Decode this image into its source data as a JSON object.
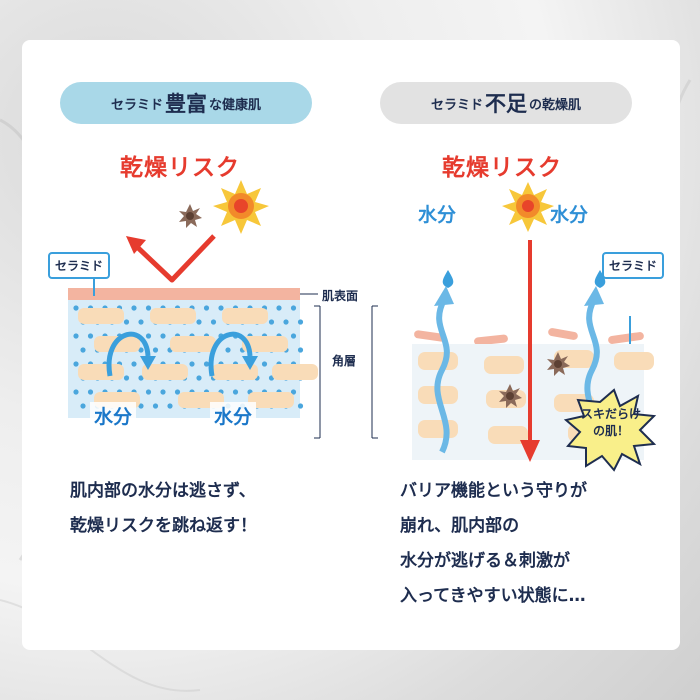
{
  "left": {
    "pill_small_a": "セラミド",
    "pill_large": "豊富",
    "pill_small_b": "な健康肌",
    "risk_label": "乾燥リスク",
    "ceramide_tag": "セラミド",
    "water_a": "水分",
    "water_b": "水分",
    "body_lines": [
      "肌内部の水分は逃さず、",
      "乾燥リスクを跳ね返す！"
    ]
  },
  "right": {
    "pill_small_a": "セラミド",
    "pill_large": "不足",
    "pill_small_b": "の乾燥肌",
    "risk_label": "乾燥リスク",
    "ceramide_tag": "セラミド",
    "water_a": "水分",
    "water_b": "水分",
    "burst_lines": [
      "スキだらけ",
      "の肌！"
    ],
    "body_lines": [
      "バリア機能という守りが",
      "崩れ、肌内部の",
      "水分が逃げる＆刺激が",
      "入ってきやすい状態に…"
    ]
  },
  "labels": {
    "skin_surface": "肌表面",
    "stratum": "角層"
  },
  "colors": {
    "navy": "#1e2d4f",
    "red": "#e63b2e",
    "blue": "#2e8fd6",
    "light_blue": "#a9d8e8",
    "skin": "#f3b4a0",
    "cell": "#f9dcb8"
  }
}
